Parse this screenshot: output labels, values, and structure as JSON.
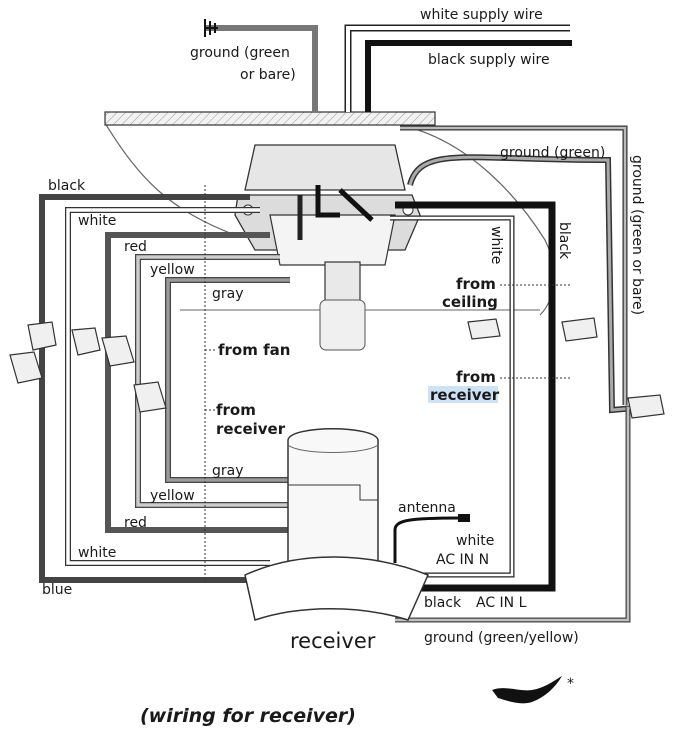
{
  "diagram": {
    "labels": {
      "white_supply_wire": "white supply wire",
      "black_supply_wire": "black supply wire",
      "ground_top_line1": "ground (green",
      "ground_top_line2": "or bare)",
      "ground_green": "ground (green)",
      "ground_vertical": "ground (green or bare)",
      "black_left": "black",
      "white_left": "white",
      "red_upper": "red",
      "yellow_upper": "yellow",
      "gray_upper": "gray",
      "white_vertical": "white",
      "black_vertical": "black",
      "from_ceiling_line1": "from",
      "from_ceiling_line2": "ceiling",
      "from_fan": "from fan",
      "from_receiver_left_line1": "from",
      "from_receiver_left_line2": "receiver",
      "from_receiver_right_line1": "from",
      "from_receiver_right_line2": "receiver",
      "gray_lower": "gray",
      "yellow_lower": "yellow",
      "red_lower": "red",
      "white_lower": "white",
      "blue": "blue",
      "antenna": "antenna",
      "white_ac_line1": "white",
      "white_ac_line2": "AC IN N",
      "black_ac_black": "black",
      "black_ac_label": "AC IN L",
      "ground_green_yellow": "ground (green/yellow)",
      "receiver": "receiver",
      "asterisk": "*"
    },
    "caption": "(wiring for receiver)",
    "colors": {
      "black_wire": "#111111",
      "dark_gray_wire": "#555555",
      "gray_wire": "#888888",
      "light_gray_wire": "#c9c9c9",
      "outline": "#222222",
      "highlight": "#cde3f5"
    }
  }
}
